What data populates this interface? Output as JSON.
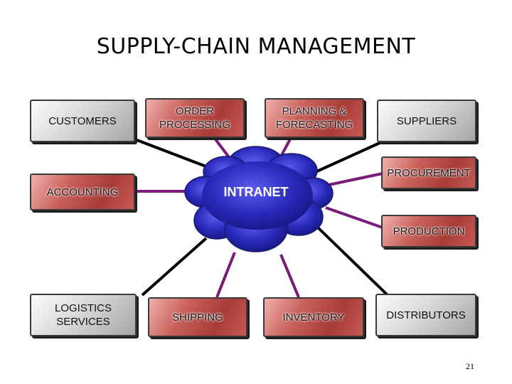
{
  "title": "SUPPLY-CHAIN MANAGEMENT",
  "hub": "INTRANET",
  "nodes": {
    "customers": "CUSTOMERS",
    "order_processing": "ORDER PROCESSING",
    "planning_forecasting": "PLANNING & FORECASTING",
    "suppliers": "SUPPLIERS",
    "procurement": "PROCUREMENT",
    "accounting": "ACCOUNTING",
    "production": "PRODUCTION",
    "logistics_services": "LOGISTICS SERVICES",
    "shipping": "SHIPPING",
    "inventory": "INVENTORY",
    "distributors": "DISTRIBUTORS"
  },
  "page_number": "21",
  "colors": {
    "external_box": "#d9d9d9",
    "internal_box": "#b84a45",
    "hub_cloud": "#2a2aa8",
    "external_link": "#000000",
    "internal_link": "#7a1a7a"
  }
}
